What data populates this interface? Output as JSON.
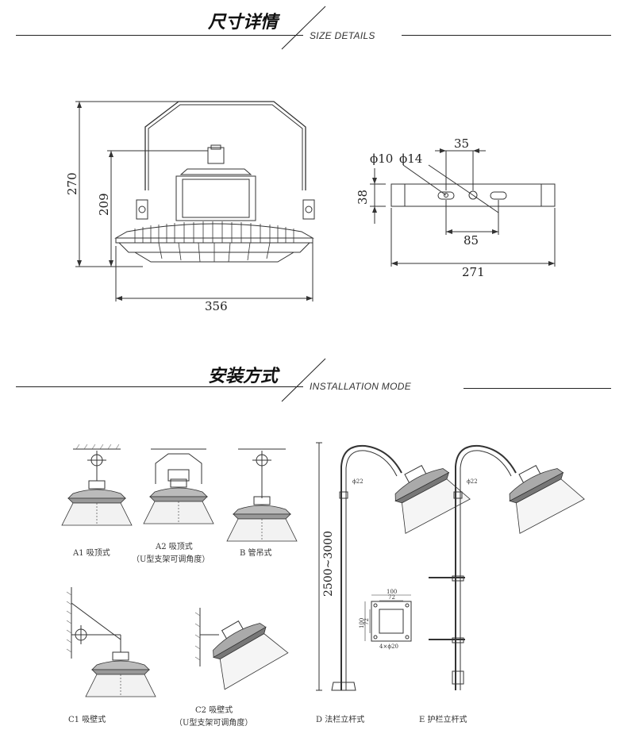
{
  "size_section": {
    "title_cn": "尺寸详情",
    "title_en": "SIZE DETAILS"
  },
  "install_section": {
    "title_cn": "安装方式",
    "title_en": "INSTALLATION MODE"
  },
  "front_view": {
    "dim_height_total": "270",
    "dim_height_body": "209",
    "dim_width": "356"
  },
  "bracket_view": {
    "dim_hole_small": "ϕ10",
    "dim_hole_large": "ϕ14",
    "dim_offset": "35",
    "dim_height": "38",
    "dim_slot_span": "85",
    "dim_length": "271"
  },
  "modes": {
    "a1": "A1 吸顶式",
    "a2_line1": "A2 吸顶式",
    "a2_line2": "（U型支架可调角度）",
    "b": "B 管吊式",
    "c1": "C1 吸壁式",
    "c2_line1": "C2 吸壁式",
    "c2_line2": "（U型支架可调角度）",
    "d": "D 法栏立杆式",
    "e": "E 护栏立杆式"
  },
  "pole": {
    "height_label": "2500~3000",
    "pipe_dia": "ϕ22",
    "flange_w1": "100",
    "flange_w2": "72",
    "flange_h1": "100",
    "flange_h2": "72",
    "bolt_spec": "4×ϕ20"
  }
}
